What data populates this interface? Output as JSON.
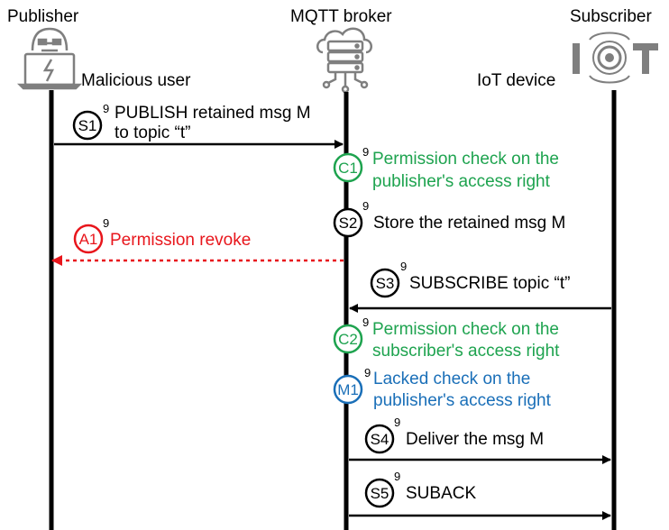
{
  "participants": {
    "publisher": "Publisher",
    "broker": "MQTT broker",
    "subscriber": "Subscriber",
    "publisher_role": "Malicious user",
    "subscriber_role": "IoT device"
  },
  "steps": {
    "s1": {
      "badge": "S1",
      "sup": "9",
      "line1": "PUBLISH retained msg M",
      "line2": "to topic   “t”"
    },
    "c1": {
      "badge": "C1",
      "sup": "9",
      "line1": "Permission check on the",
      "line2": "publisher's access right"
    },
    "s2": {
      "badge": "S2",
      "sup": "9",
      "line1": "Store the retained msg M"
    },
    "a1": {
      "badge": "A1",
      "sup": "9",
      "line1": "Permission revoke"
    },
    "s3": {
      "badge": "S3",
      "sup": "9",
      "line1": "SUBSCRIBE topic   “t”"
    },
    "c2": {
      "badge": "C2",
      "sup": "9",
      "line1": "Permission check on the",
      "line2": "subscriber's access right"
    },
    "m1": {
      "badge": "M1",
      "sup": "9",
      "line1": "Lacked check on the",
      "line2": "publisher's access right"
    },
    "s4": {
      "badge": "S4",
      "sup": "9",
      "line1": "Deliver the msg M"
    },
    "s5": {
      "badge": "S5",
      "sup": "9",
      "line1": "SUBACK"
    }
  },
  "colors": {
    "green": "#1ea34f",
    "red": "#e8161c",
    "blue": "#1a6fb8",
    "icon_gray": "#7f7f7f"
  },
  "icons": {
    "publisher": "hacker-laptop-icon",
    "broker": "cloud-server-icon",
    "subscriber": "iot-logo-icon"
  }
}
